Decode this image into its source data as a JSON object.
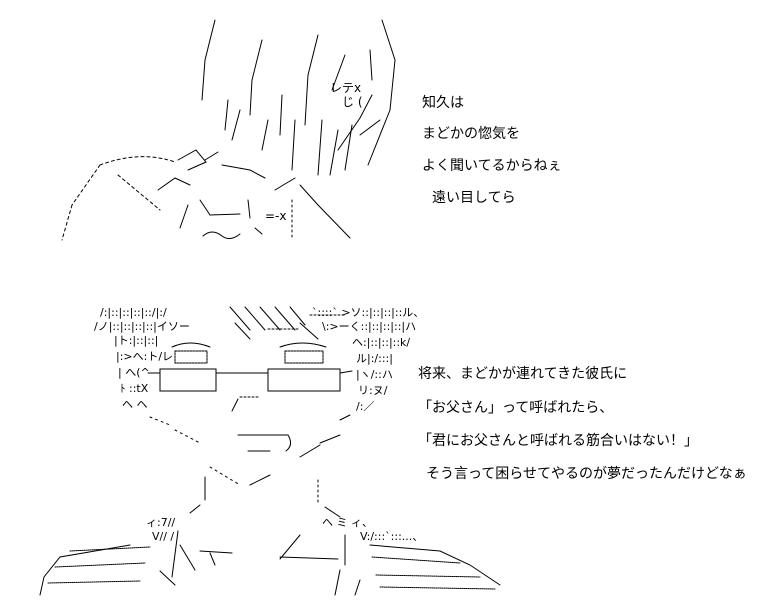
{
  "top_caption": {
    "line1": "知久は",
    "line2": "まどかの惚気を",
    "line3": "よく聞いてるからねぇ",
    "line4": "遠い目してら"
  },
  "bottom_caption": {
    "line1": "将来、まどかが連れてきた彼氏に",
    "line2": "「お父さん」って呼ばれたら、",
    "line3": "「君にお父さんと呼ばれる筋合いはない！」",
    "line4": "そう言って困らせてやるのが夢だったんだけどなぁ"
  },
  "ascii_art": {
    "hair_left_1": "/:|::|::|::|::/|:/",
    "hair_left_2": "/ノ|::|::|::|::|イソー",
    "hair_left_3": "|ト:|::|::|",
    "hair_left_4": "|:>へ:ト/レ",
    "hair_left_5": "| へ(^",
    "hair_left_6": "ﾄ ::tX",
    "hair_left_7": "ヘ ヘ",
    "hair_right_1": "`::::` >ソ::|::|::|::ル、",
    "hair_right_2": "\\:>ーく::|::|::|::|ハ",
    "hair_right_3": "ヘ:|::|::|::k/",
    "hair_right_4": "ル|:/:::|",
    "hair_right_5": "|ヽ/::ハ",
    "hair_right_6": "リ:ヌ/",
    "hair_right_7": "/:／",
    "collar_left": "ィ:7//",
    "collar_right": "ヘ ミ ィ、",
    "shoulder_left": "V// /",
    "shoulder_right": "V:/:::`:::...、",
    "top_face_text": "レテx",
    "top_face_text2": "じ (",
    "top_hand_text": "=-x"
  },
  "colors": {
    "background": "#ffffff",
    "ink": "#000000"
  }
}
